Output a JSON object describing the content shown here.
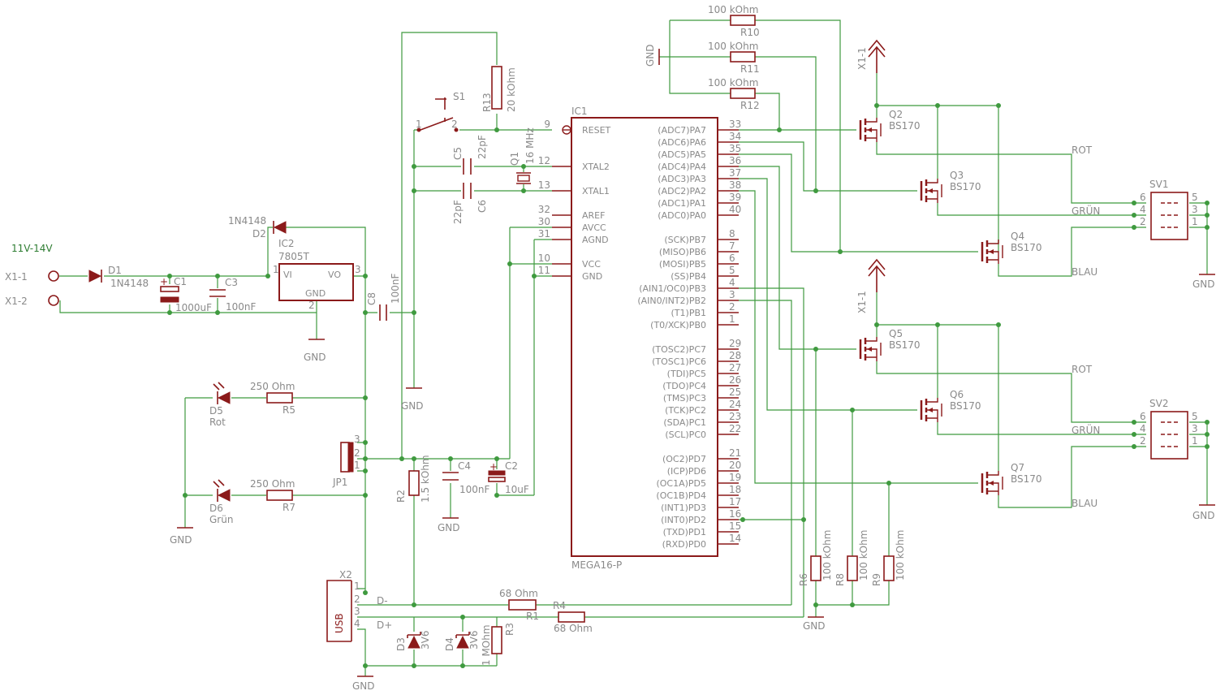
{
  "supply": {
    "voltage": "11V-14V",
    "x1_1": "X1-1",
    "x1_2": "X1-2"
  },
  "parts": {
    "d1": "D1",
    "d1_val": "1N4148",
    "d2": "D2",
    "d2_val": "1N4148",
    "c1": "C1",
    "c1_val": "1000uF",
    "c3": "C3",
    "c3_val": "100nF",
    "ic2": "IC2",
    "ic2_val": "7805T",
    "ic2_vi": "VI",
    "ic2_vo": "VO",
    "ic2_gnd": "GND",
    "c8": "C8",
    "c8_val": "100nF",
    "s1": "S1",
    "r13": "R13",
    "r13_val": "20 kOhm",
    "c5": "C5",
    "c5_val": "22pF",
    "c6": "C6",
    "c6_val": "22pF",
    "q1": "Q1",
    "q1_val": "16 MHz",
    "d5": "D5",
    "d5_val": "Rot",
    "r5": "R5",
    "r5_val": "250 Ohm",
    "d6": "D6",
    "d6_val": "Grün",
    "r7": "R7",
    "r7_val": "250 Ohm",
    "jp1": "JP1",
    "r2": "R2",
    "r2_val": "1.5 kOhm",
    "c4": "C4",
    "c4_val": "100nF",
    "c2": "C2",
    "c2_val": "10uF",
    "x2": "X2",
    "usb": "USB",
    "dminus": "D-",
    "dplus": "D+",
    "r1": "R1",
    "r1_val": "68 Ohm",
    "r4": "R4",
    "r4_val": "68 Ohm",
    "d3": "D3",
    "d3_val": "3V6",
    "d4": "D4",
    "d4_val": "3V6",
    "r3": "R3",
    "r3_val": "1 MOhm",
    "r10": "R10",
    "r10_val": "100 kOhm",
    "r11": "R11",
    "r11_val": "100 kOhm",
    "r12": "R12",
    "r12_val": "100 kOhm",
    "r6": "R6",
    "r6_val": "100 kOhm",
    "r8": "R8",
    "r8_val": "100 kOhm",
    "r9": "R9",
    "r9_val": "100 kOhm",
    "q2": "Q2",
    "q3": "Q3",
    "q4": "Q4",
    "q5": "Q5",
    "q6": "Q6",
    "q7": "Q7",
    "fet_val": "BS170",
    "sv1": "SV1",
    "sv2": "SV2",
    "rot": "ROT",
    "gruen": "GRÜN",
    "blau": "BLAU",
    "gnd": "GND",
    "x1_1": "X1-1"
  },
  "ic1": {
    "name": "IC1",
    "value": "MEGA16-P",
    "left_pins": [
      {
        "num": "9",
        "name": "RESET"
      },
      {
        "num": "12",
        "name": "XTAL2"
      },
      {
        "num": "13",
        "name": "XTAL1"
      },
      {
        "num": "32",
        "name": "AREF"
      },
      {
        "num": "30",
        "name": "AVCC"
      },
      {
        "num": "31",
        "name": "AGND"
      },
      {
        "num": "10",
        "name": "VCC"
      },
      {
        "num": "11",
        "name": "GND"
      }
    ],
    "right_pins": [
      {
        "num": "33",
        "name": "(ADC7)PA7"
      },
      {
        "num": "34",
        "name": "(ADC6)PA6"
      },
      {
        "num": "35",
        "name": "(ADC5)PA5"
      },
      {
        "num": "36",
        "name": "(ADC4)PA4"
      },
      {
        "num": "37",
        "name": "(ADC3)PA3"
      },
      {
        "num": "38",
        "name": "(ADC2)PA2"
      },
      {
        "num": "39",
        "name": "(ADC1)PA1"
      },
      {
        "num": "40",
        "name": "(ADC0)PA0"
      },
      {
        "num": "8",
        "name": "(SCK)PB7"
      },
      {
        "num": "7",
        "name": "(MISO)PB6"
      },
      {
        "num": "6",
        "name": "(MOSI)PB5"
      },
      {
        "num": "5",
        "name": "(SS)PB4"
      },
      {
        "num": "4",
        "name": "(AIN1/OC0)PB3"
      },
      {
        "num": "3",
        "name": "(AIN0/INT2)PB2"
      },
      {
        "num": "2",
        "name": "(T1)PB1"
      },
      {
        "num": "1",
        "name": "(T0/XCK)PB0"
      },
      {
        "num": "29",
        "name": "(TOSC2)PC7"
      },
      {
        "num": "28",
        "name": "(TOSC1)PC6"
      },
      {
        "num": "27",
        "name": "(TDI)PC5"
      },
      {
        "num": "26",
        "name": "(TDO)PC4"
      },
      {
        "num": "25",
        "name": "(TMS)PC3"
      },
      {
        "num": "24",
        "name": "(TCK)PC2"
      },
      {
        "num": "23",
        "name": "(SDA)PC1"
      },
      {
        "num": "22",
        "name": "(SCL)PC0"
      },
      {
        "num": "21",
        "name": "(OC2)PD7"
      },
      {
        "num": "20",
        "name": "(ICP)PD6"
      },
      {
        "num": "19",
        "name": "(OC1A)PD5"
      },
      {
        "num": "18",
        "name": "(OC1B)PD4"
      },
      {
        "num": "17",
        "name": "(INT1)PD3"
      },
      {
        "num": "16",
        "name": "(INT0)PD2"
      },
      {
        "num": "15",
        "name": "(TXD)PD1"
      },
      {
        "num": "14",
        "name": "(RXD)PD0"
      }
    ]
  },
  "connector_pins": {
    "sv_left": [
      "6",
      "4",
      "2"
    ],
    "sv_right": [
      "5",
      "3",
      "1"
    ],
    "jp1": [
      "3",
      "2",
      "1"
    ],
    "x2": [
      "1",
      "2",
      "3",
      "4"
    ],
    "ic2_pins": [
      "1",
      "3",
      "2"
    ]
  },
  "colors": {
    "wire": "#3f9a3f",
    "component": "#8b1a1a",
    "text": "#8a8a8a",
    "supply_label": "#2e7d32"
  }
}
